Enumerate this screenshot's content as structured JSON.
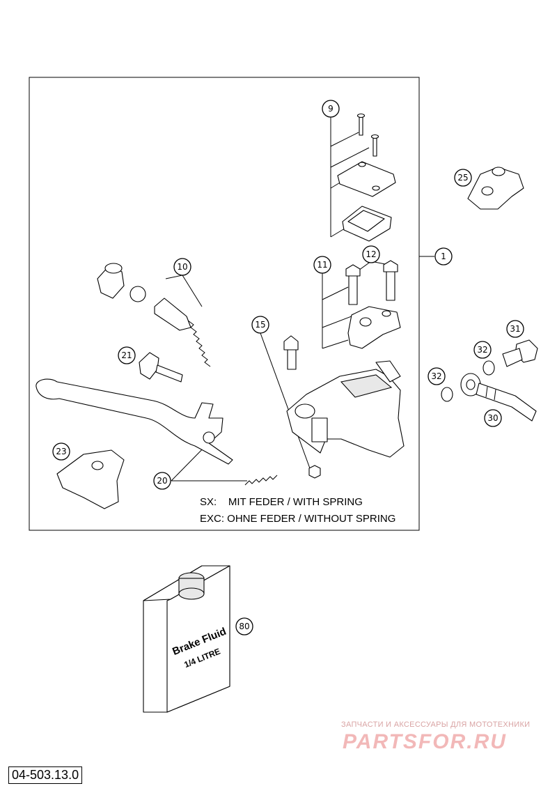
{
  "document": {
    "number": "04-503.13.0"
  },
  "notes": {
    "line1": "SX:    MIT FEDER / WITH SPRING",
    "line2": "EXC: OHNE FEDER / WITHOUT SPRING"
  },
  "callouts": {
    "c1": "1",
    "c9": "9",
    "c10": "10",
    "c11": "11",
    "c12": "12",
    "c15": "15",
    "c20": "20",
    "c21": "21",
    "c23": "23",
    "c25": "25",
    "c30": "30",
    "c31": "31",
    "c32a": "32",
    "c32b": "32",
    "c80": "80"
  },
  "bottle_label": {
    "line1": "Brake Fluid",
    "line2": "1/4 LITRE"
  },
  "watermark": {
    "tagline": "ЗАПЧАСТИ И АКСЕССУАРЫ ДЛЯ МОТОТЕХНИКИ",
    "brand": "PARTSFOR.RU"
  }
}
